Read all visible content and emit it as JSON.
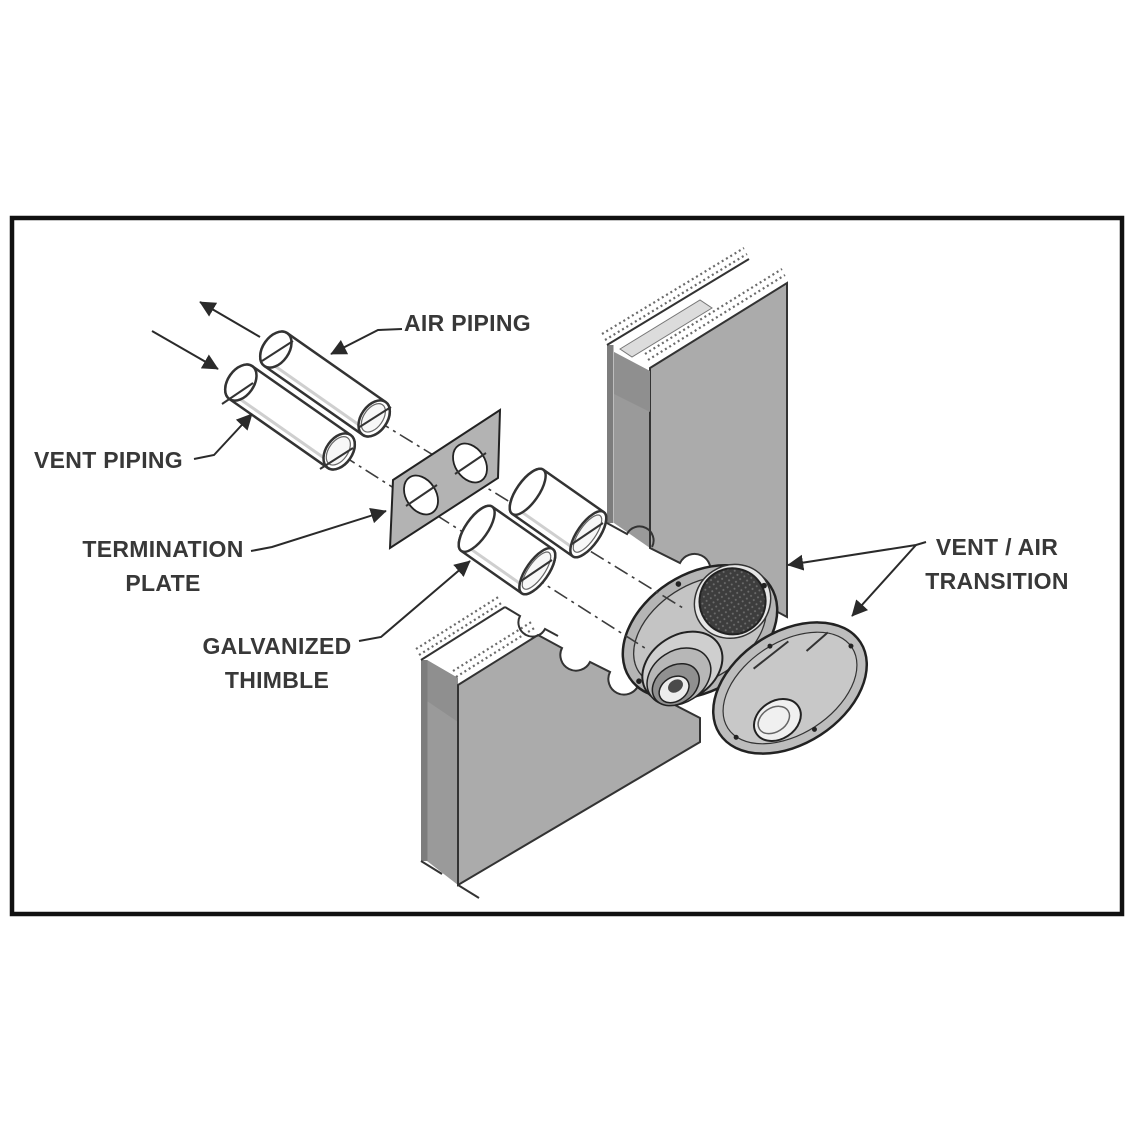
{
  "diagram": {
    "title": "Vent and air piping wall penetration (exploded isometric view)",
    "labels": {
      "air_piping": "AIR PIPING",
      "vent_piping": "VENT PIPING",
      "termination_plate_line1": "TERMINATION",
      "termination_plate_line2": "PLATE",
      "galvanized_thimble_line1": "GALVANIZED",
      "galvanized_thimble_line2": "THIMBLE",
      "vent_air_transition_line1": "VENT / AIR",
      "vent_air_transition_line2": "TRANSITION"
    },
    "colors": {
      "background": "#ffffff",
      "frame": "#111111",
      "wall_gray": "#ababab",
      "plate_gray": "#b3b3b3",
      "line": "#2a2a2a",
      "pipe_fill": "#ffffff"
    }
  }
}
